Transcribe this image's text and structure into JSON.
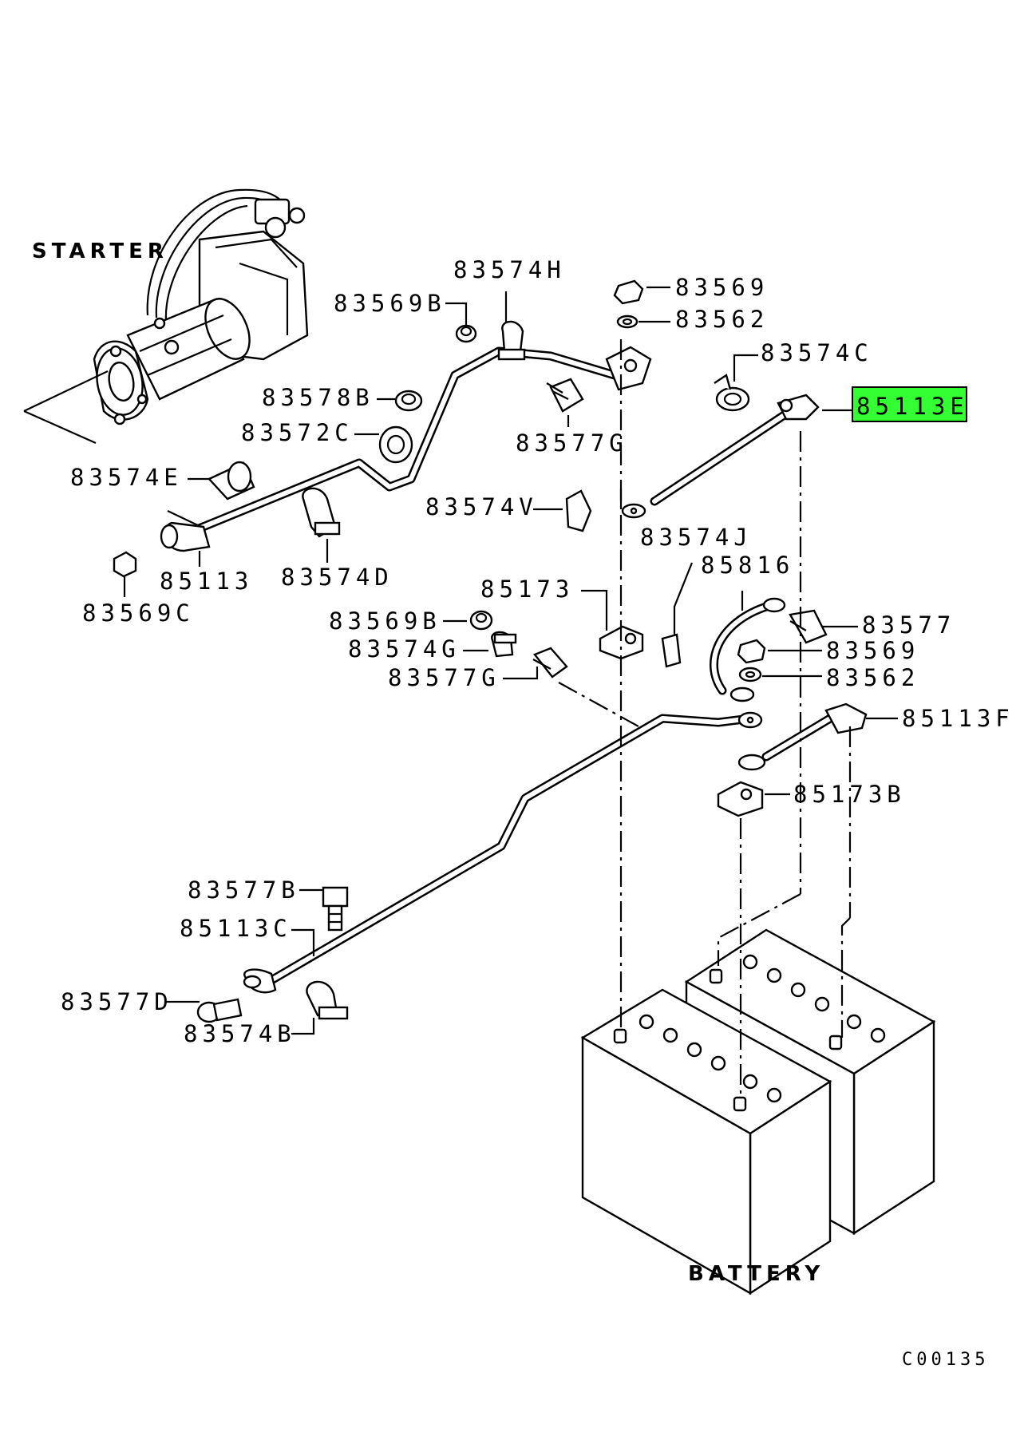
{
  "captions": {
    "starter": "STARTER",
    "battery": "BATTERY",
    "diagram_code": "C00135"
  },
  "highlight_color": "#33ff33",
  "parts": [
    {
      "id": "83574H",
      "text": "83574H"
    },
    {
      "id": "83569B",
      "text": "83569B"
    },
    {
      "id": "83569",
      "text": "83569"
    },
    {
      "id": "83562",
      "text": "83562"
    },
    {
      "id": "83574C",
      "text": "83574C"
    },
    {
      "id": "85113E",
      "text": "85113E",
      "highlighted": true
    },
    {
      "id": "83578B",
      "text": "83578B"
    },
    {
      "id": "83572C",
      "text": "83572C"
    },
    {
      "id": "83577G",
      "text": "83577G"
    },
    {
      "id": "83574E",
      "text": "83574E"
    },
    {
      "id": "83574V",
      "text": "83574V"
    },
    {
      "id": "83574J",
      "text": "83574J"
    },
    {
      "id": "85113",
      "text": "85113"
    },
    {
      "id": "83574D",
      "text": "83574D"
    },
    {
      "id": "83569C",
      "text": "83569C"
    },
    {
      "id": "85173",
      "text": "85173"
    },
    {
      "id": "85816",
      "text": "85816"
    },
    {
      "id": "83569B_2",
      "text": "83569B"
    },
    {
      "id": "83577",
      "text": "83577"
    },
    {
      "id": "83574G",
      "text": "83574G"
    },
    {
      "id": "83569_2",
      "text": "83569"
    },
    {
      "id": "83577G_2",
      "text": "83577G"
    },
    {
      "id": "83562_2",
      "text": "83562"
    },
    {
      "id": "85113F",
      "text": "85113F"
    },
    {
      "id": "85173B",
      "text": "85173B"
    },
    {
      "id": "83577B",
      "text": "83577B"
    },
    {
      "id": "85113C",
      "text": "85113C"
    },
    {
      "id": "83577D",
      "text": "83577D"
    },
    {
      "id": "83574B",
      "text": "83574B"
    }
  ]
}
